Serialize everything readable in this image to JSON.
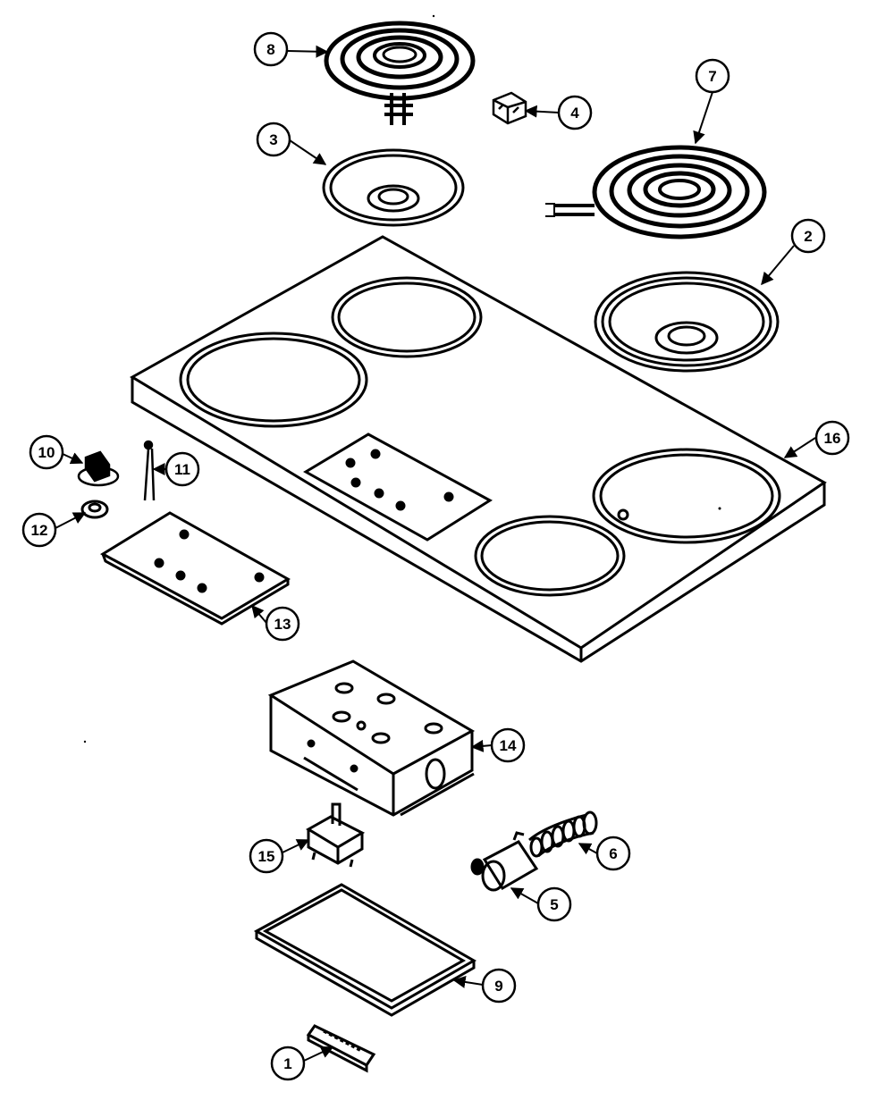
{
  "colors": {
    "ink": "#000000",
    "paper": "#ffffff"
  },
  "callouts": [
    {
      "id": "callout-1",
      "label": "1"
    },
    {
      "id": "callout-2",
      "label": "2"
    },
    {
      "id": "callout-3",
      "label": "3"
    },
    {
      "id": "callout-4",
      "label": "4"
    },
    {
      "id": "callout-5",
      "label": "5"
    },
    {
      "id": "callout-6",
      "label": "6"
    },
    {
      "id": "callout-7",
      "label": "7"
    },
    {
      "id": "callout-8",
      "label": "8"
    },
    {
      "id": "callout-9",
      "label": "9"
    },
    {
      "id": "callout-10",
      "label": "10"
    },
    {
      "id": "callout-11",
      "label": "11"
    },
    {
      "id": "callout-12",
      "label": "12"
    },
    {
      "id": "callout-13",
      "label": "13"
    },
    {
      "id": "callout-14",
      "label": "14"
    },
    {
      "id": "callout-15",
      "label": "15"
    },
    {
      "id": "callout-16",
      "label": "16"
    }
  ]
}
